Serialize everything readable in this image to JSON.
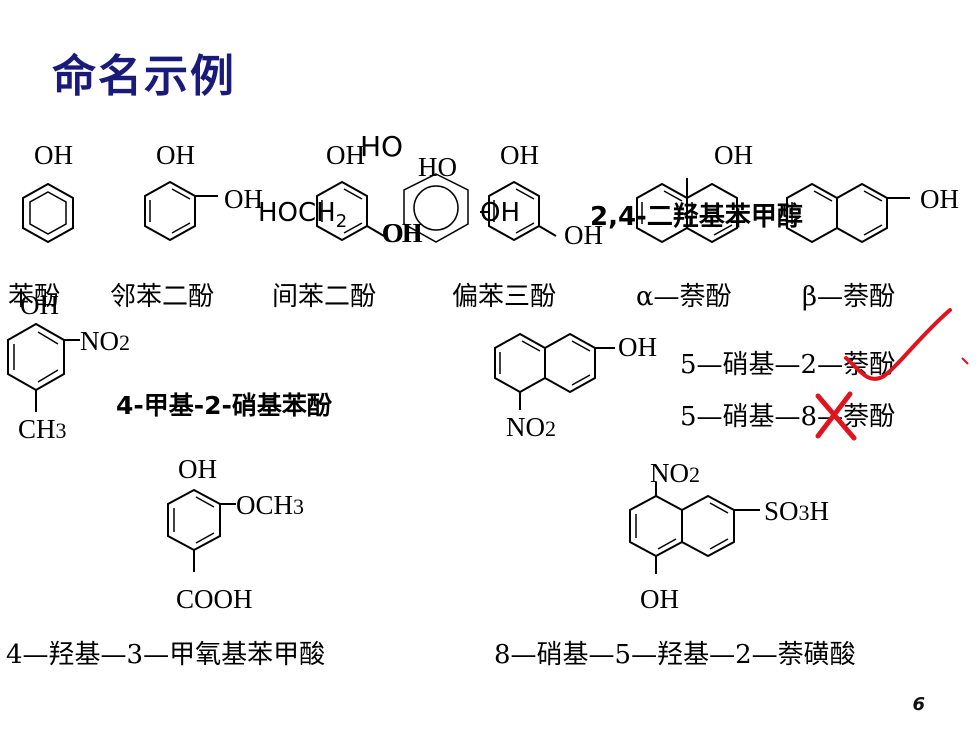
{
  "slide": {
    "title": "命名示例",
    "page_number": "6"
  },
  "row1": {
    "phenol": {
      "oh": "OH",
      "name": "苯酚"
    },
    "catechol": {
      "oh_top": "OH",
      "oh_right": "OH",
      "name": "邻苯二酚"
    },
    "resorcinol": {
      "oh_top": "OH",
      "oh_bottom": "OH",
      "name": "间苯二酚"
    },
    "pyrogallol": {
      "oh_top": "OH",
      "oh_a": "HO",
      "oh_b": "HO",
      "oh_bottom": "OH",
      "name": "偏苯三酚"
    },
    "diol_overlay": {
      "ch2oh": "HOCH2",
      "oh": "OH",
      "name": "2,4-二羟基苯甲醇"
    },
    "alpha_naphthol": {
      "oh": "OH",
      "name": "α—萘酚"
    },
    "beta_naphthol": {
      "oh": "OH",
      "name": "β—萘酚"
    }
  },
  "row2": {
    "methyl_nitrophenol": {
      "oh": "OH",
      "no2": "NO2",
      "ch3": "CH3",
      "name": "4-甲基-2-硝基苯酚"
    },
    "nitronaphthol": {
      "oh": "OH",
      "no2": "NO2"
    },
    "correct_name": "5—硝基—2—萘酚",
    "wrong_name": "5—硝基—8—萘酚"
  },
  "row3": {
    "vanillic": {
      "oh": "OH",
      "och3": "OCH3",
      "cooh": "COOH",
      "name": "4—羟基—3—甲氧基苯甲酸"
    },
    "sulfonic": {
      "no2": "NO2",
      "so3h": "SO3H",
      "oh": "OH",
      "name": "8—硝基—5—羟基—2—萘磺酸"
    }
  },
  "marks": {
    "check_color": "#e0141e",
    "cross_color": "#e0141e"
  }
}
